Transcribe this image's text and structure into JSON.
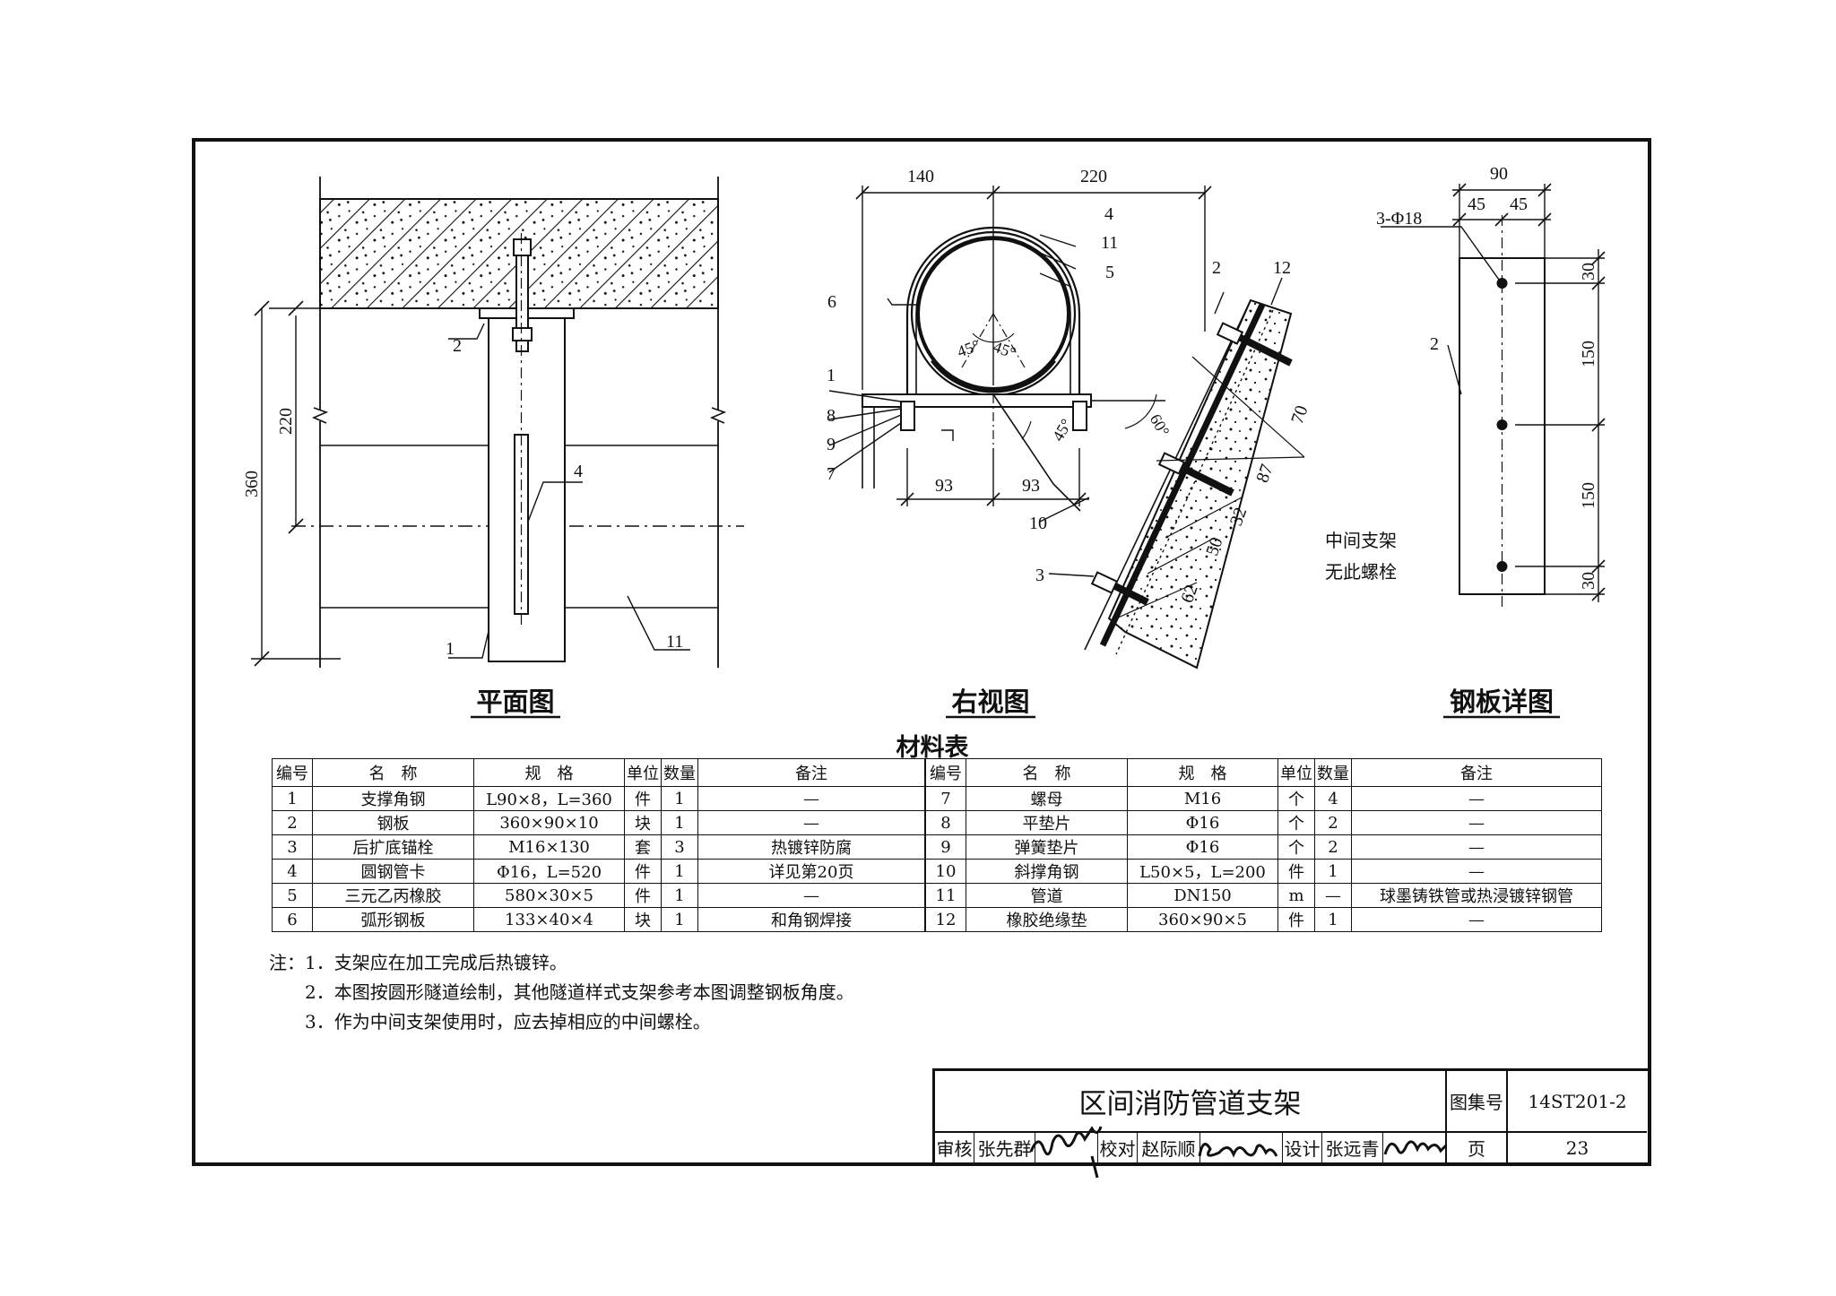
{
  "views": {
    "plan": {
      "title": "平面图",
      "labels": {
        "dim_360": "360",
        "dim_220": "220",
        "c1": "1",
        "c2": "2",
        "c4": "4",
        "c11": "11"
      }
    },
    "side": {
      "title": "右视图",
      "labels": {
        "dim_140": "140",
        "dim_220": "220",
        "dim_93a": "93",
        "dim_93b": "93",
        "ang_45a": "45°",
        "ang_45b": "45°",
        "ang_45c": "45°",
        "ang_60": "60°",
        "dim_70": "70",
        "dim_87": "87",
        "dim_32": "32",
        "dim_50": "50",
        "dim_62": "62",
        "c4": "4",
        "c11": "11",
        "c5": "5",
        "c6": "6",
        "c1": "1",
        "c8": "8",
        "c9": "9",
        "c7": "7",
        "c10": "10",
        "c3": "3",
        "c2": "2",
        "c12": "12",
        "note_line1": "中间支架",
        "note_line2": "无此螺栓"
      }
    },
    "plate": {
      "title": "钢板详图",
      "labels": {
        "dim_90": "90",
        "dim_45a": "45",
        "dim_45b": "45",
        "holes": "3-Φ18",
        "c2": "2",
        "dim_30a": "30",
        "dim_150a": "150",
        "dim_150b": "150",
        "dim_30b": "30"
      }
    }
  },
  "materials": {
    "title": "材料表",
    "headers": [
      "编号",
      "名　称",
      "规　格",
      "单位",
      "数量",
      "备注"
    ],
    "left_rows": [
      [
        "1",
        "支撑角钢",
        "L90×8，L=360",
        "件",
        "1",
        "—"
      ],
      [
        "2",
        "钢板",
        "360×90×10",
        "块",
        "1",
        "—"
      ],
      [
        "3",
        "后扩底锚栓",
        "M16×130",
        "套",
        "3",
        "热镀锌防腐"
      ],
      [
        "4",
        "圆钢管卡",
        "Φ16，L=520",
        "件",
        "1",
        "详见第20页"
      ],
      [
        "5",
        "三元乙丙橡胶",
        "580×30×5",
        "件",
        "1",
        "—"
      ],
      [
        "6",
        "弧形钢板",
        "133×40×4",
        "块",
        "1",
        "和角钢焊接"
      ]
    ],
    "right_rows": [
      [
        "7",
        "螺母",
        "M16",
        "个",
        "4",
        "—"
      ],
      [
        "8",
        "平垫片",
        "Φ16",
        "个",
        "2",
        "—"
      ],
      [
        "9",
        "弹簧垫片",
        "Φ16",
        "个",
        "2",
        "—"
      ],
      [
        "10",
        "斜撑角钢",
        "L50×5，L=200",
        "件",
        "1",
        "—"
      ],
      [
        "11",
        "管道",
        "DN150",
        "m",
        "—",
        "球墨铸铁管或热浸镀锌钢管"
      ],
      [
        "12",
        "橡胶绝缘垫",
        "360×90×5",
        "件",
        "1",
        "—"
      ]
    ]
  },
  "notes": {
    "prefix": "注：",
    "items": [
      "1．支架应在加工完成后热镀锌。",
      "2．本图按圆形隧道绘制，其他隧道样式支架参考本图调整钢板角度。",
      "3．作为中间支架使用时，应去掉相应的中间螺栓。"
    ]
  },
  "title_block": {
    "drawing_title": "区间消防管道支架",
    "atlas_label": "图集号",
    "atlas_no": "14ST201-2",
    "page_label": "页",
    "page_no": "23",
    "review_label": "审核",
    "reviewer": "张先群",
    "check_label": "校对",
    "checker": "赵际顺",
    "design_label": "设计",
    "designer": "张远青"
  }
}
